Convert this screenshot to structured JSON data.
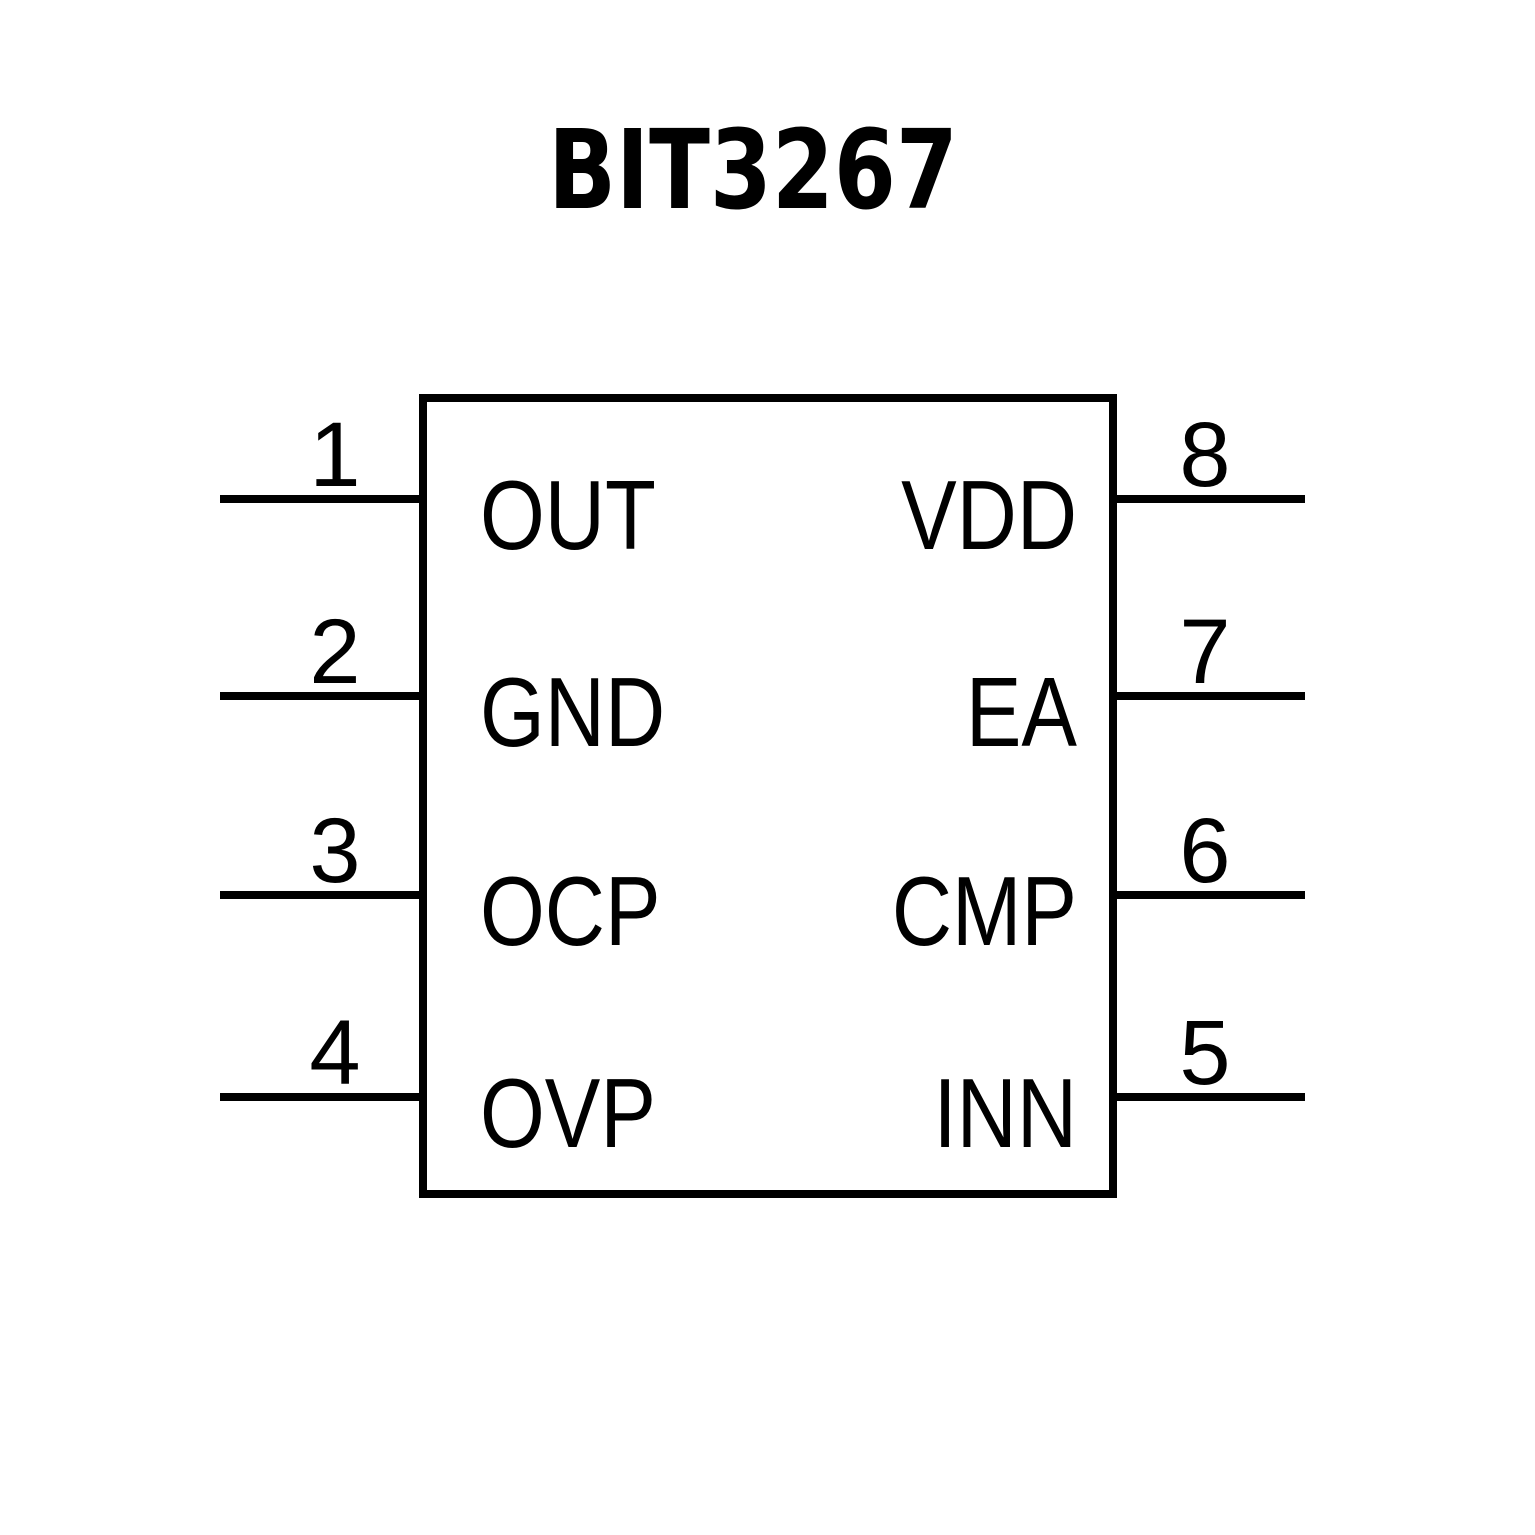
{
  "title": "BIT3267",
  "colors": {
    "ink": "#000000",
    "paper": "#ffffff"
  },
  "chip": {
    "left_pins": [
      {
        "number": "1",
        "label": "OUT"
      },
      {
        "number": "2",
        "label": "GND"
      },
      {
        "number": "3",
        "label": "OCP"
      },
      {
        "number": "4",
        "label": "OVP"
      }
    ],
    "right_pins": [
      {
        "number": "8",
        "label": "VDD"
      },
      {
        "number": "7",
        "label": "EA"
      },
      {
        "number": "6",
        "label": "CMP"
      },
      {
        "number": "5",
        "label": "INN"
      }
    ]
  }
}
